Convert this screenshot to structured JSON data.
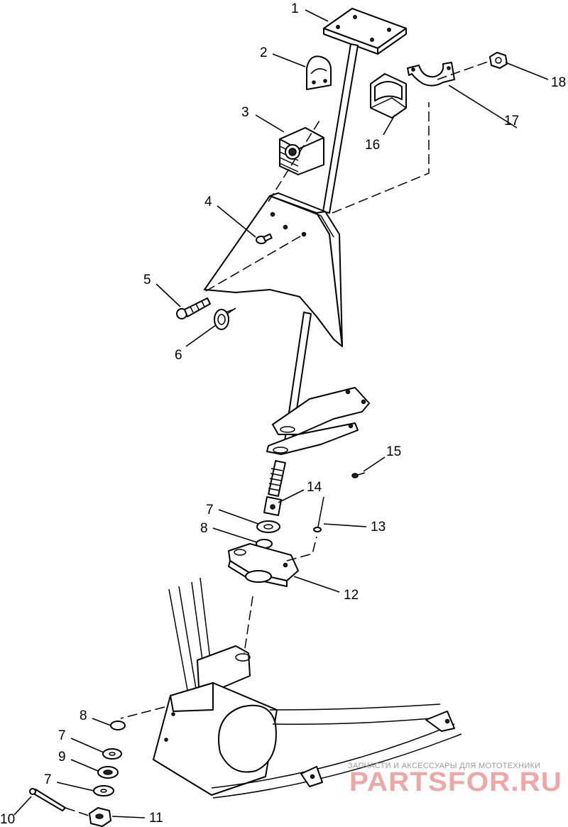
{
  "diagram": {
    "callouts": [
      "1",
      "2",
      "3",
      "4",
      "5",
      "6",
      "7",
      "8",
      "7",
      "8",
      "9",
      "7",
      "10",
      "11",
      "12",
      "13",
      "14",
      "15",
      "16",
      "17",
      "18"
    ]
  },
  "watermark": {
    "subtitle": "ЗАПЧАСТИ И АКСЕССУАРЫ ДЛЯ МОТОТЕХНИКИ",
    "brand": "PARTSFOR.RU"
  },
  "colors": {
    "line": "#000000",
    "watermark_brand": "#e06060",
    "watermark_text": "#9a9a9a"
  }
}
